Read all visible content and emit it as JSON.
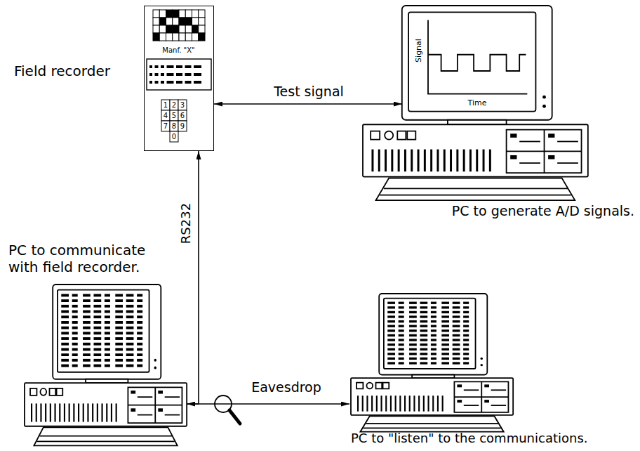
{
  "diagram": {
    "nodes": [
      {
        "text": [
          "Field recorder",
          "Manf. \"X\""
        ]
      },
      {
        "text": [
          "PC to generate A/D signals."
        ]
      },
      {
        "text": [
          "PC to communicate with field recorder."
        ]
      },
      {
        "text": [
          "PC to \"listen\" to the communications."
        ]
      }
    ],
    "edges": [
      {
        "from": 0,
        "to": 1,
        "arrow": "both",
        "label": "Test signal"
      },
      {
        "from": 2,
        "to": 0,
        "arrow": "to",
        "label": "RS232"
      },
      {
        "from": 2,
        "to": 3,
        "arrow": "both",
        "label": "Eavesdrop"
      }
    ],
    "labels": [
      "Signal",
      "Time",
      "1",
      "2",
      "3",
      "4",
      "5",
      "6",
      "7",
      "8",
      "9",
      "0"
    ]
  }
}
